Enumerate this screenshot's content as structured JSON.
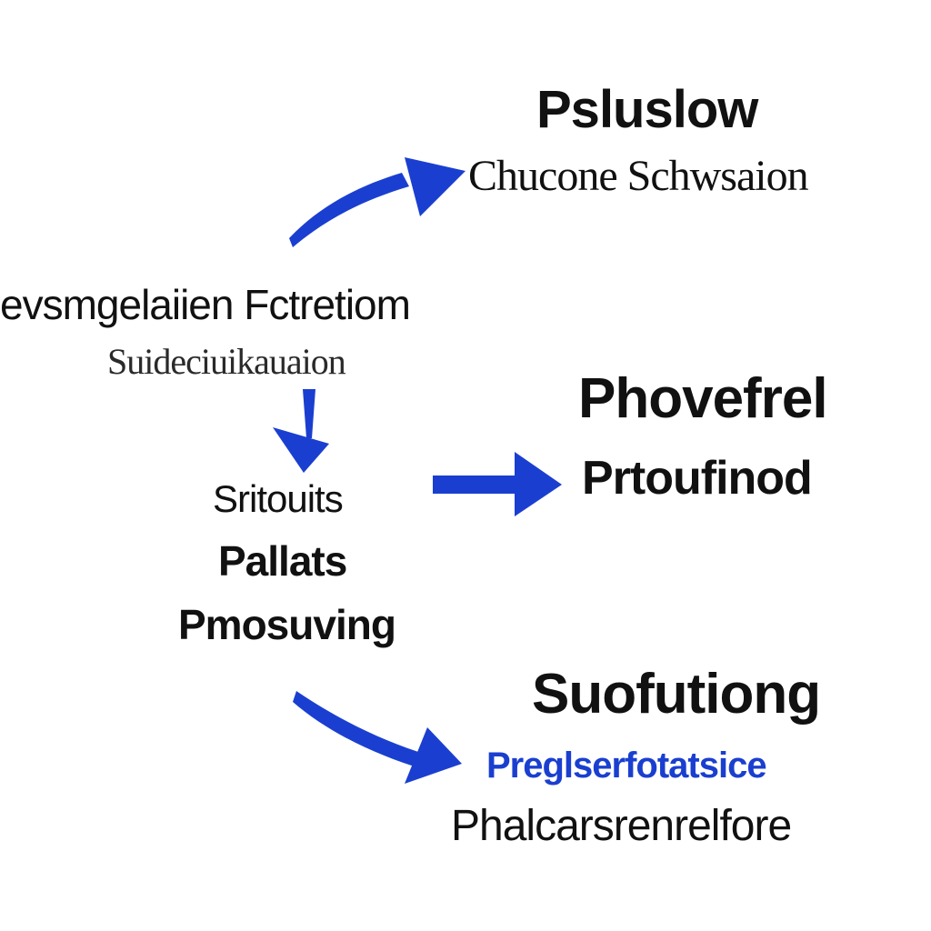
{
  "nodes": {
    "top_title": "Psluslow",
    "top_subtitle": "Chucone Schwsaion",
    "left_title": "evsmgelaiien Fctretiom",
    "left_subtitle": "Suideciuikauaion",
    "center_line1": "Sritouits",
    "center_line2": "Pallats",
    "center_line3": "Pmosuving",
    "right_title": "Phovefrel",
    "right_subtitle": "Prtoufinod",
    "bottom_title": "Suofutiong",
    "bottom_line2": "Preglserfotatsice",
    "bottom_line3": "Phalcarsrenrelfore"
  },
  "colors": {
    "arrow": "#1a3fd0",
    "text": "#111111",
    "accent_text": "#1a3fd0"
  }
}
